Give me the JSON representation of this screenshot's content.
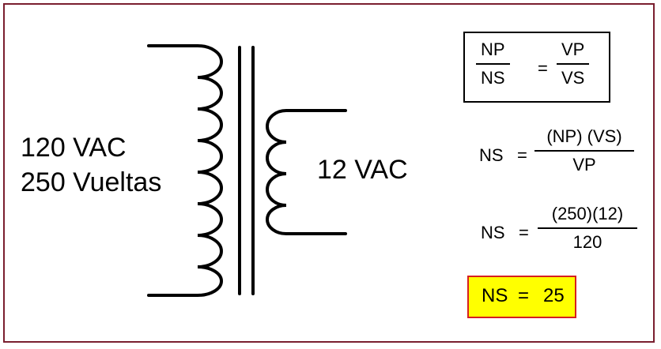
{
  "primary": {
    "voltage": "120 VAC",
    "turns": "250 Vueltas"
  },
  "secondary": {
    "voltage": "12 VAC"
  },
  "formula_ratio": {
    "left_num": "NP",
    "left_den": "NS",
    "equals": "=",
    "right_num": "VP",
    "right_den": "VS"
  },
  "formula_ns": {
    "lhs": "NS",
    "equals": "=",
    "num": "(NP) (VS)",
    "den": "VP"
  },
  "formula_sub": {
    "lhs": "NS",
    "equals": "=",
    "num": "(250)(12)",
    "den": "120"
  },
  "answer": {
    "lhs": "NS",
    "equals": "=",
    "value": "25"
  },
  "colors": {
    "frame": "#7a1f2f",
    "answer_fill": "#ffff00",
    "answer_border": "#d61f1f"
  }
}
